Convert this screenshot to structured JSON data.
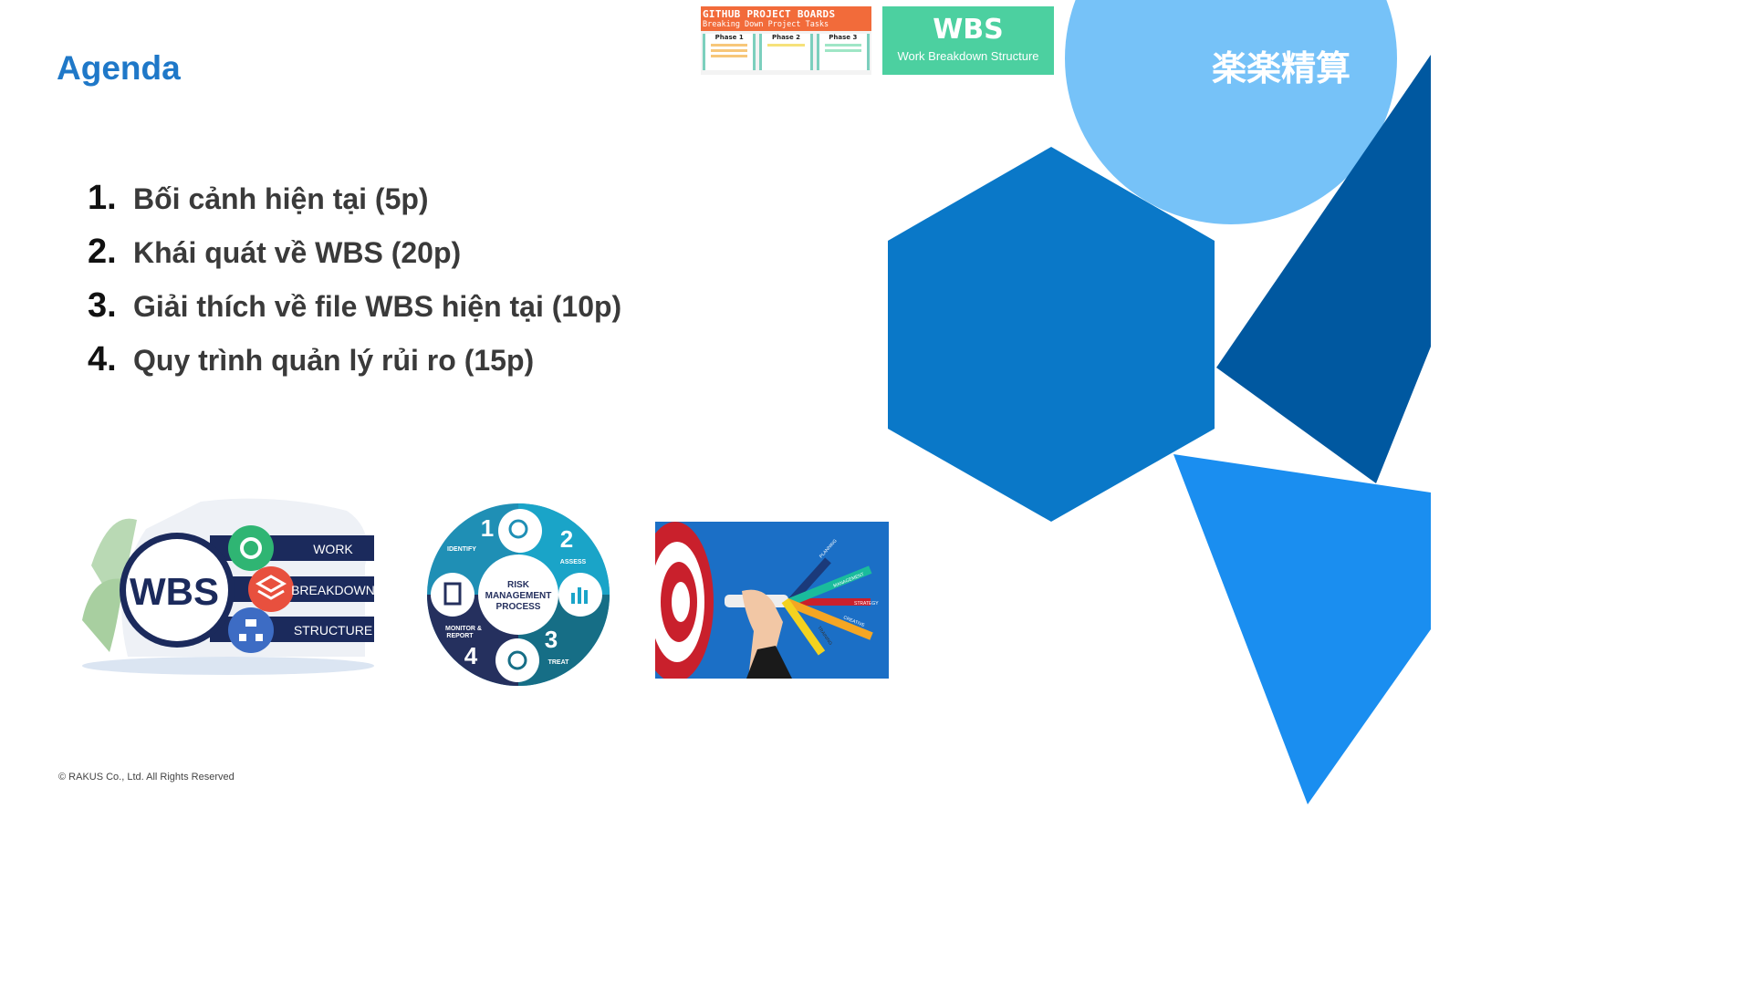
{
  "title": "Agenda",
  "agenda": [
    {
      "num": "1.",
      "text": "Bối cảnh hiện tại  (5p)"
    },
    {
      "num": "2.",
      "text": "Khái quát về WBS (20p)"
    },
    {
      "num": "3.",
      "text": "Giải thích về file WBS hiện tại (10p)"
    },
    {
      "num": "4.",
      "text": "Quy trình quản lý rủi ro (15p)"
    }
  ],
  "footer": "© RAKUS Co., Ltd. All Rights Reserved",
  "logo": "楽楽精算",
  "github_board": {
    "title": "GITHUB PROJECT BOARDS",
    "subtitle": "Breaking Down Project Tasks",
    "phases": [
      "Phase 1",
      "Phase 2",
      "Phase 3"
    ]
  },
  "wbs_card": {
    "big": "WBS",
    "small": "Work Breakdown Structure"
  },
  "wbs_graphic": {
    "center": "WBS",
    "labels": [
      "WORK",
      "BREAKDOWN",
      "STRUCTURE"
    ]
  },
  "risk_graphic": {
    "center": [
      "RISK",
      "MANAGEMENT",
      "PROCESS"
    ],
    "steps": [
      {
        "n": "1",
        "label": "IDENTIFY"
      },
      {
        "n": "2",
        "label": "ASSESS"
      },
      {
        "n": "3",
        "label": "TREAT"
      },
      {
        "n": "4",
        "label": "MONITOR &"
      }
    ],
    "step4_line2": "REPORT"
  },
  "target_graphic": {
    "labels": [
      "PLANNING",
      "MANAGEMENT",
      "STRATEGY",
      "CREATIVE",
      "TRAINING"
    ]
  },
  "colors": {
    "title": "#1f78c8",
    "hex_blue": "#0a78c8",
    "dark_blue": "#0058a0",
    "light_circle": "#76c2f8",
    "triangle": "#1a8ef0"
  }
}
